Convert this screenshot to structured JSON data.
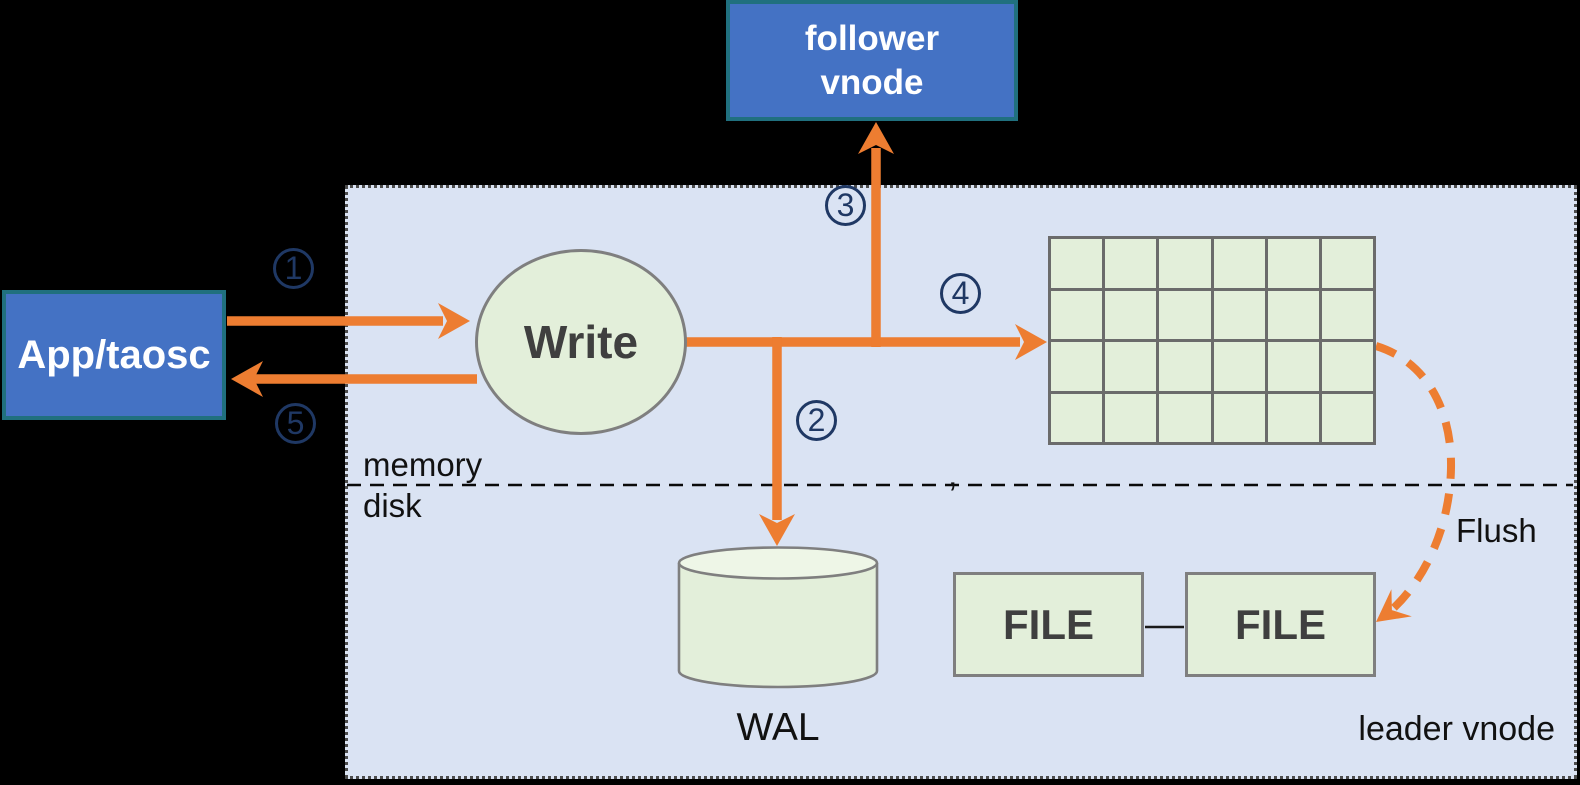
{
  "title": "leader vnode write flow diagram",
  "colors": {
    "background_black": "#000000",
    "panel_lavender": "#dae3f3",
    "box_blue": "#4472c4",
    "box_border": "#20707f",
    "shape_green": "#e3efda",
    "shape_green_light": "#eef6e7",
    "shape_border_gray": "#7f7f7f",
    "grid_line_gray": "#6b6b6b",
    "accent_orange": "#ed7d31",
    "step_navy": "#1f3864",
    "text_dark": "#3f3f3f",
    "text_black": "#111111"
  },
  "nodes": {
    "app": {
      "label": "App/taosc"
    },
    "follower": {
      "line1": "follower",
      "line2": "vnode"
    },
    "write": {
      "label": "Write"
    },
    "wal": {
      "label": "WAL"
    },
    "file1": {
      "label": "FILE"
    },
    "file2": {
      "label": "FILE"
    },
    "leader": {
      "label": "leader vnode"
    }
  },
  "labels": {
    "memory": "memory",
    "disk": "disk",
    "flush": "Flush",
    "divider_mark": ","
  },
  "steps": [
    "1",
    "2",
    "3",
    "4",
    "5"
  ],
  "grid": {
    "rows": 4,
    "columns": 6
  }
}
